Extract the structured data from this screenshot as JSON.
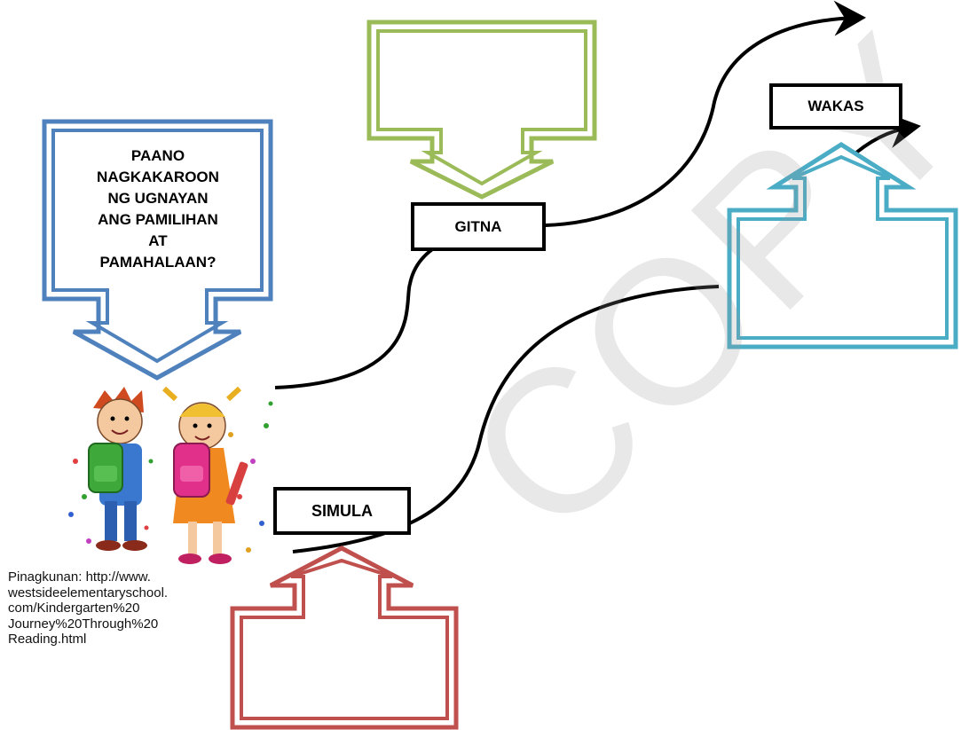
{
  "question": "PAANO\nNAGKAKAROON\nNG UGNAYAN\nANG PAMILIHAN\nAT\nPAMAHALAAN?",
  "labels": {
    "gitna": "GITNA",
    "wakas": "WAKAS",
    "simula": "SIMULA"
  },
  "source_caption": "Pinagkunan: http://www.\nwestsideelementaryschool.\ncom/Kindergarten%20\nJourney%20Through%20\nReading.html",
  "watermark": "COPY",
  "colors": {
    "question_callout": "#4f81bd",
    "gitna_callout": "#9bbb59",
    "wakas_callout": "#4bacc6",
    "simula_callout": "#c0504d",
    "path_line": "#000000",
    "watermark": "#c8c8c8"
  },
  "illustration": "children-with-backpacks-clipart"
}
